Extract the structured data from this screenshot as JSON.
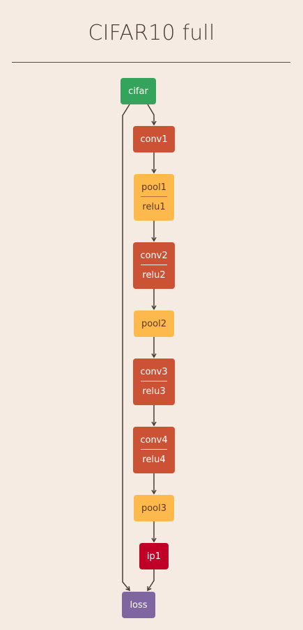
{
  "title": "CIFAR10 full",
  "colors": {
    "background": "#f6ebe2",
    "data_layer": "#34a35b",
    "conv_layer": "#cc5236",
    "pool_layer": "#fdb94b",
    "ip_layer": "#c00027",
    "loss_layer": "#8066a0",
    "edge": "#4a3b34"
  },
  "nodes": {
    "cifar": {
      "label": "cifar"
    },
    "conv1": {
      "label": "conv1"
    },
    "pool1": {
      "label": "pool1",
      "sublabel": "relu1"
    },
    "conv2": {
      "label": "conv2",
      "sublabel": "relu2"
    },
    "pool2": {
      "label": "pool2"
    },
    "conv3": {
      "label": "conv3",
      "sublabel": "relu3"
    },
    "conv4": {
      "label": "conv4",
      "sublabel": "relu4"
    },
    "pool3": {
      "label": "pool3"
    },
    "ip1": {
      "label": "ip1"
    },
    "loss": {
      "label": "loss"
    }
  },
  "edges": [
    [
      "cifar",
      "conv1"
    ],
    [
      "conv1",
      "pool1"
    ],
    [
      "pool1",
      "conv2"
    ],
    [
      "conv2",
      "pool2"
    ],
    [
      "pool2",
      "conv3"
    ],
    [
      "conv3",
      "conv4"
    ],
    [
      "conv4",
      "pool3"
    ],
    [
      "pool3",
      "ip1"
    ],
    [
      "ip1",
      "loss"
    ],
    [
      "cifar",
      "loss"
    ]
  ]
}
